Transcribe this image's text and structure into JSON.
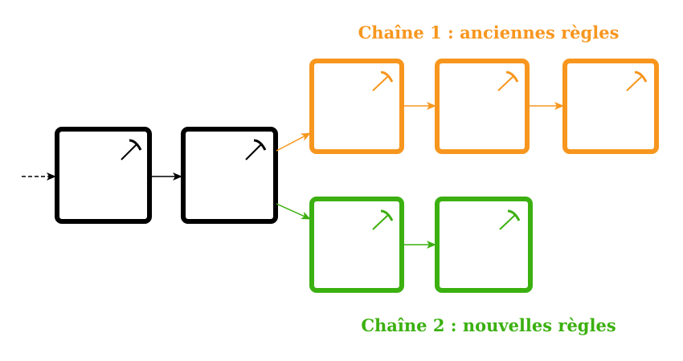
{
  "chains": [
    {
      "id": "main",
      "label": "",
      "color": "#000000",
      "block_count": 2
    },
    {
      "id": "chain-1",
      "label": "Chaîne 1 : anciennes règles",
      "color": "#f7961e",
      "block_count": 3
    },
    {
      "id": "chain-2",
      "label": "Chaîne 2 : nouvelles règles",
      "color": "#3bb010",
      "block_count": 2
    }
  ],
  "icons": {
    "block": "pickaxe-icon"
  },
  "incoming_arrow": {
    "style": "dashed",
    "color": "#000000"
  }
}
